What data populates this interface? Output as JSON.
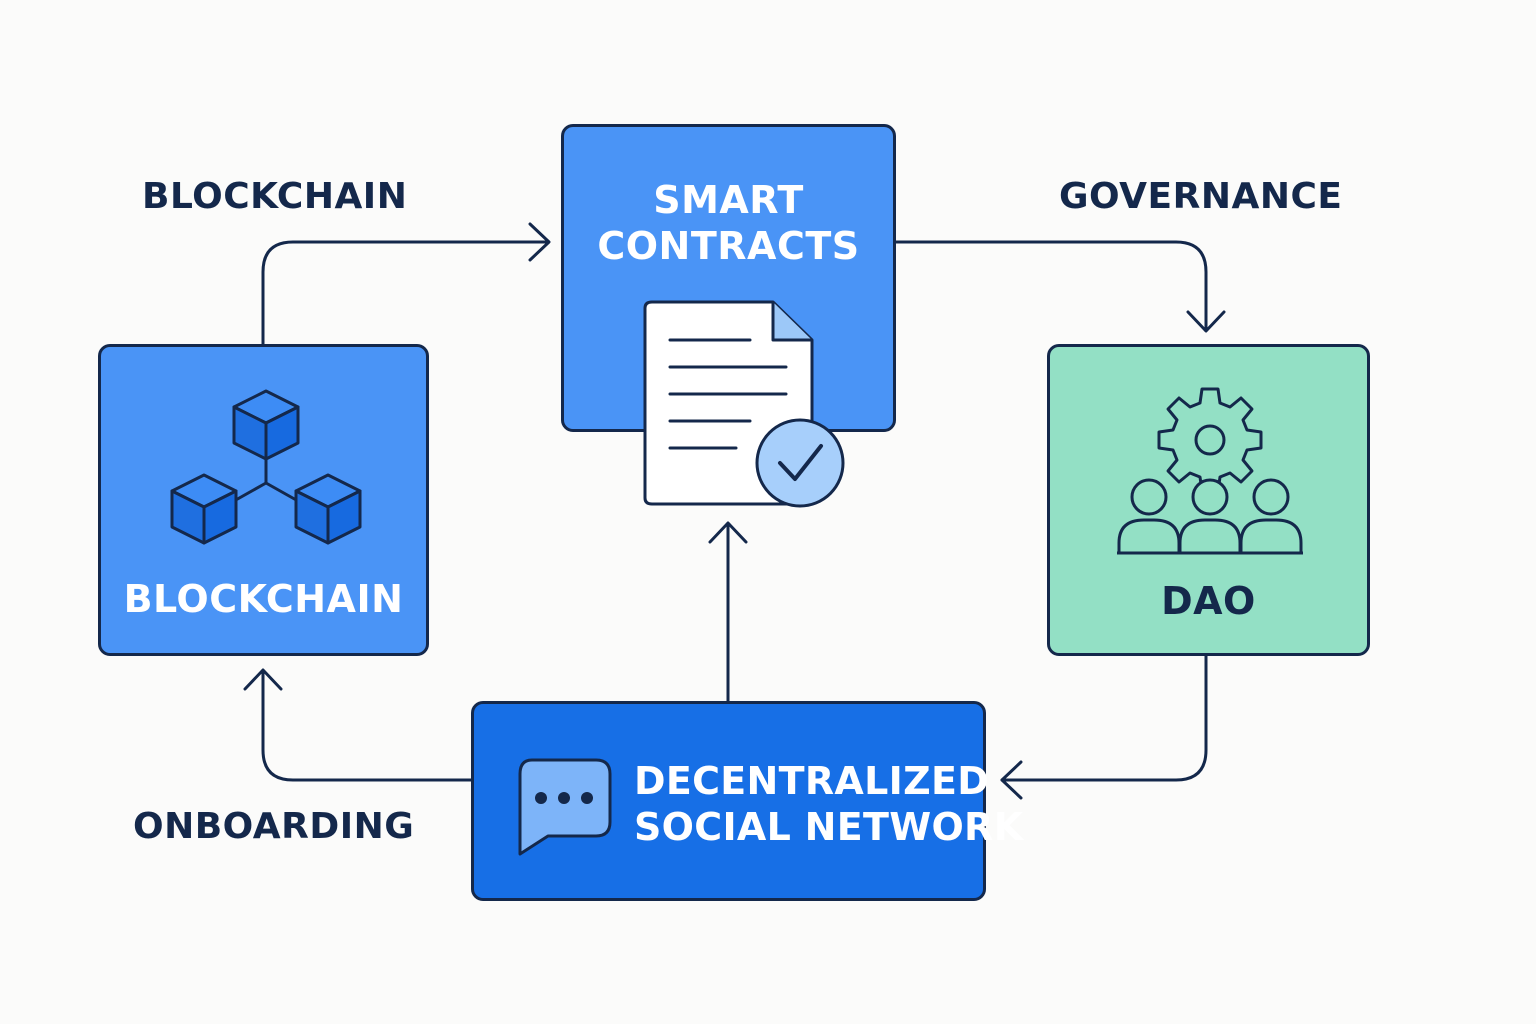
{
  "colors": {
    "background": "#fbfbfa",
    "outline": "#14284b",
    "blue_box": "#4a94f6",
    "blue_dark_box": "#176fe6",
    "green_box": "#93e0c5",
    "white_text": "#ffffff"
  },
  "nodes": {
    "smart_contracts": {
      "title_line1": "SMART",
      "title_line2": "CONTRACTS",
      "icon": "document-check-icon"
    },
    "blockchain": {
      "title": "BLOCKCHAIN",
      "icon": "blockchain-cubes-icon"
    },
    "dao": {
      "title": "DAO",
      "icon": "gear-people-icon"
    },
    "social_network": {
      "title_line1": "DECENTRALIZED",
      "title_line2": "SOCIAL NETWORK",
      "icon": "chat-bubble-icon"
    }
  },
  "flows": {
    "blockchain": "BLOCKCHAIN",
    "governance": "GOVERNANCE",
    "onboarding": "ONBOARDING"
  }
}
